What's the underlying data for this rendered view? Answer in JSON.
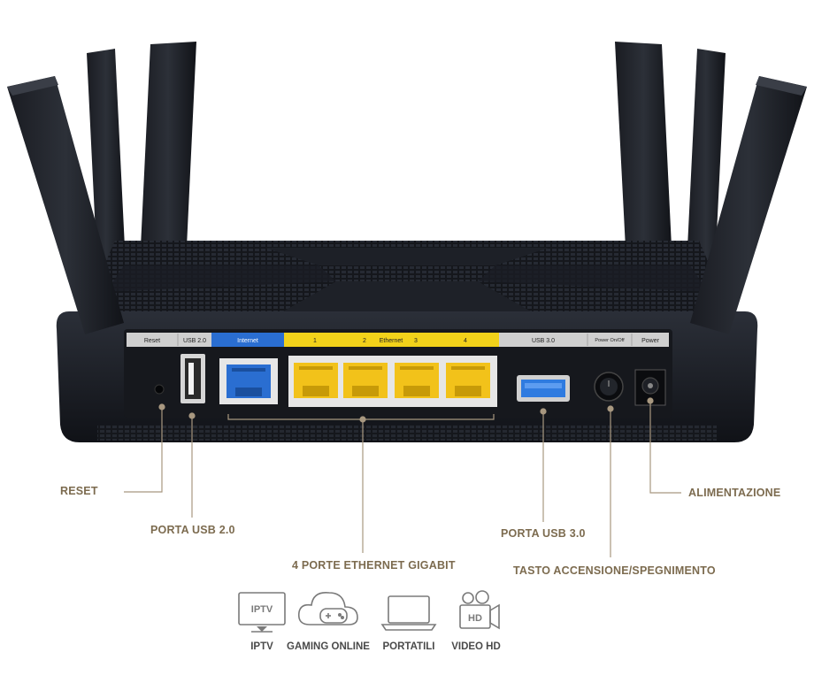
{
  "router_panel": {
    "reset_label": "Reset",
    "usb2_label": "USB 2.0",
    "internet_label": "Internet",
    "ethernet_label": "Ethernet",
    "port_numbers": [
      "1",
      "2",
      "3",
      "4"
    ],
    "usb3_label": "USB 3.0",
    "power_onoff_label": "Power On/Off",
    "power_label": "Power"
  },
  "callouts": {
    "reset": "RESET",
    "usb2": "PORTA USB 2.0",
    "ethernet": "4 PORTE ETHERNET GIGABIT",
    "usb3": "PORTA USB 3.0",
    "power_button": "TASTO ACCENSIONE/SPEGNIMENTO",
    "power_input": "ALIMENTAZIONE"
  },
  "uses": [
    {
      "icon": "tv-icon",
      "icon_text": "IPTV",
      "label": "IPTV"
    },
    {
      "icon": "cloud-gamepad-icon",
      "label": "GAMING ONLINE"
    },
    {
      "icon": "laptop-icon",
      "label": "PORTATILI"
    },
    {
      "icon": "video-camera-icon",
      "icon_text": "HD",
      "label": "VIDEO HD"
    }
  ],
  "colors": {
    "router_body": "#1c1f26",
    "callout_text": "#7c6b4f",
    "callout_line": "#a89880",
    "internet_port": "#2a6ed1",
    "ethernet_port": "#f2c21a",
    "usb3_port": "#2f7be0"
  }
}
